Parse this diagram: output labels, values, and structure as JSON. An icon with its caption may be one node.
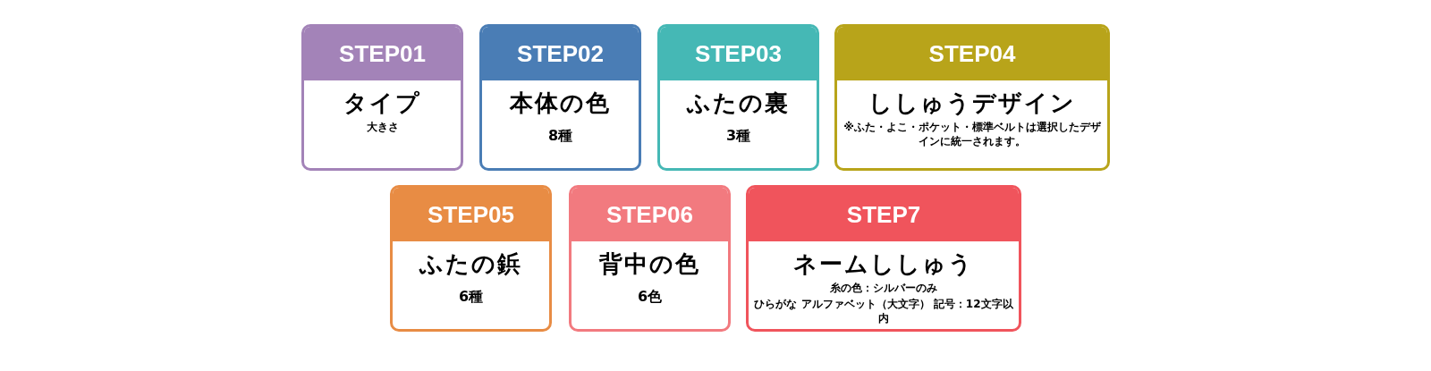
{
  "diagram": {
    "nodes": [
      {
        "text": [
          "STEP01",
          "タイプ",
          "大きさ"
        ]
      },
      {
        "text": [
          "STEP02",
          "本体の色",
          "8種"
        ]
      },
      {
        "text": [
          "STEP03",
          "ふたの裏",
          "3種"
        ]
      },
      {
        "text": [
          "STEP04",
          "ししゅうデザイン",
          "※ふた・よこ・ポケット・標準ベルトは選択したデザインに統一されます。"
        ]
      },
      {
        "text": [
          "STEP05",
          "ふたの鋲",
          "6種"
        ]
      },
      {
        "text": [
          "STEP06",
          "背中の色",
          "6色"
        ]
      },
      {
        "text": [
          "STEP7",
          "ネームししゅう",
          "糸の色：シルバーのみ",
          "ひらがな アルファベット（大文字） 記号：12文字以内"
        ]
      }
    ]
  }
}
